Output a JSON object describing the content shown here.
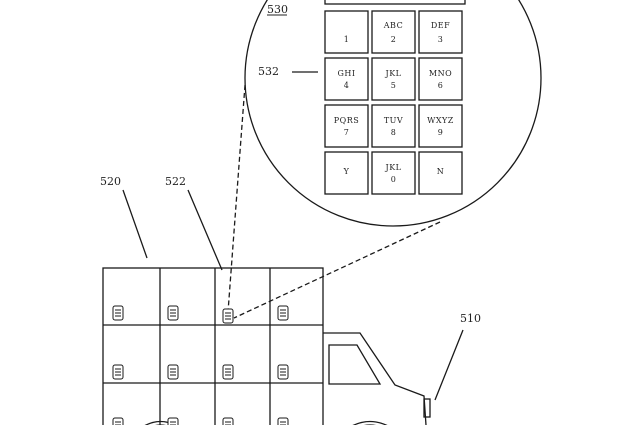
{
  "labels": {
    "ref_530": "530",
    "ref_532": "532",
    "ref_520": "520",
    "ref_522": "522",
    "ref_510": "510"
  },
  "keypad": {
    "keys": [
      {
        "top": "",
        "bottom": "1"
      },
      {
        "top": "ABC",
        "bottom": "2"
      },
      {
        "top": "DEF",
        "bottom": "3"
      },
      {
        "top": "GHI",
        "bottom": "4"
      },
      {
        "top": "JKL",
        "bottom": "5"
      },
      {
        "top": "MNO",
        "bottom": "6"
      },
      {
        "top": "PQRS",
        "bottom": "7"
      },
      {
        "top": "TUV",
        "bottom": "8"
      },
      {
        "top": "WXYZ",
        "bottom": "9"
      },
      {
        "top": "",
        "bottom": "Y"
      },
      {
        "top": "JKL",
        "bottom": "0"
      },
      {
        "top": "",
        "bottom": "N"
      }
    ]
  }
}
